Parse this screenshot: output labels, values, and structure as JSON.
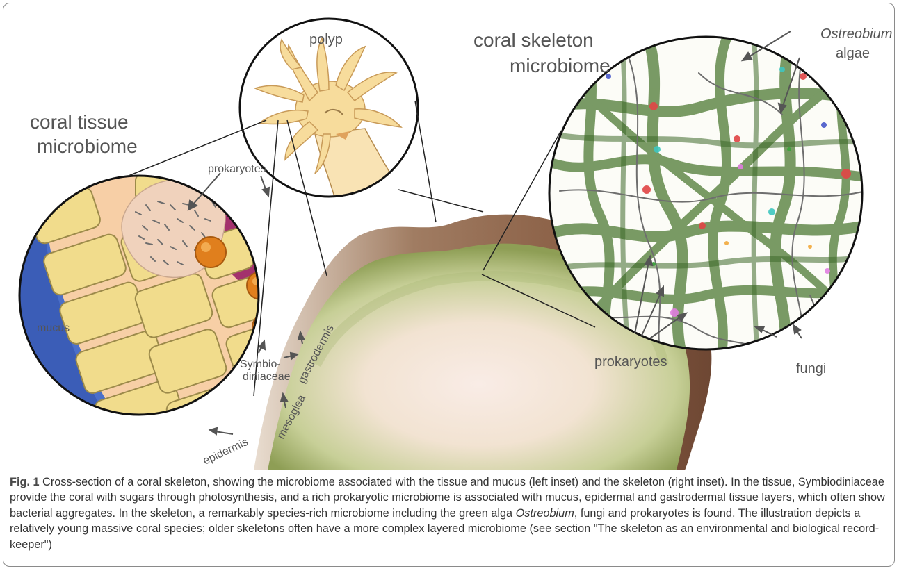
{
  "labels": {
    "polyp": "polyp",
    "tissue_title_1": "coral tissue",
    "tissue_title_2": "microbiome",
    "skeleton_title_1": "coral skeleton",
    "skeleton_title_2": "microbiome",
    "ostreobium": "Ostreobium",
    "algae": "algae",
    "prokaryotes_left": "prokaryotes",
    "prokaryotes_right": "prokaryotes",
    "mucus": "mucus",
    "symbio_1": "Symbio-",
    "symbio_2": "diniaceae",
    "gastrodermis": "gastrodermis",
    "mesoglea": "mesoglea",
    "epidermis": "epidermis",
    "fungi": "fungi"
  },
  "caption": {
    "fig_label": "Fig. 1",
    "part1": " Cross-section of a coral skeleton, showing the microbiome associated with the tissue and mucus (left inset) and the skeleton (right inset). In the tissue, Symbiodiniaceae provide the coral with sugars through photosynthesis, and a rich prokaryotic microbiome is associated with mucus, epidermal and gastrodermal tissue layers, which often show bacterial aggregates. In the skeleton, a remarkably species-rich microbiome including the green alga ",
    "italic": "Ostreobium",
    "part2": ", fungi and prokaryotes is found. The illustration depicts a relatively young massive coral species; older skeletons often have a more complex layered microbiome (see section \"The skeleton as an environmental and biological record-keeper\")"
  }
}
